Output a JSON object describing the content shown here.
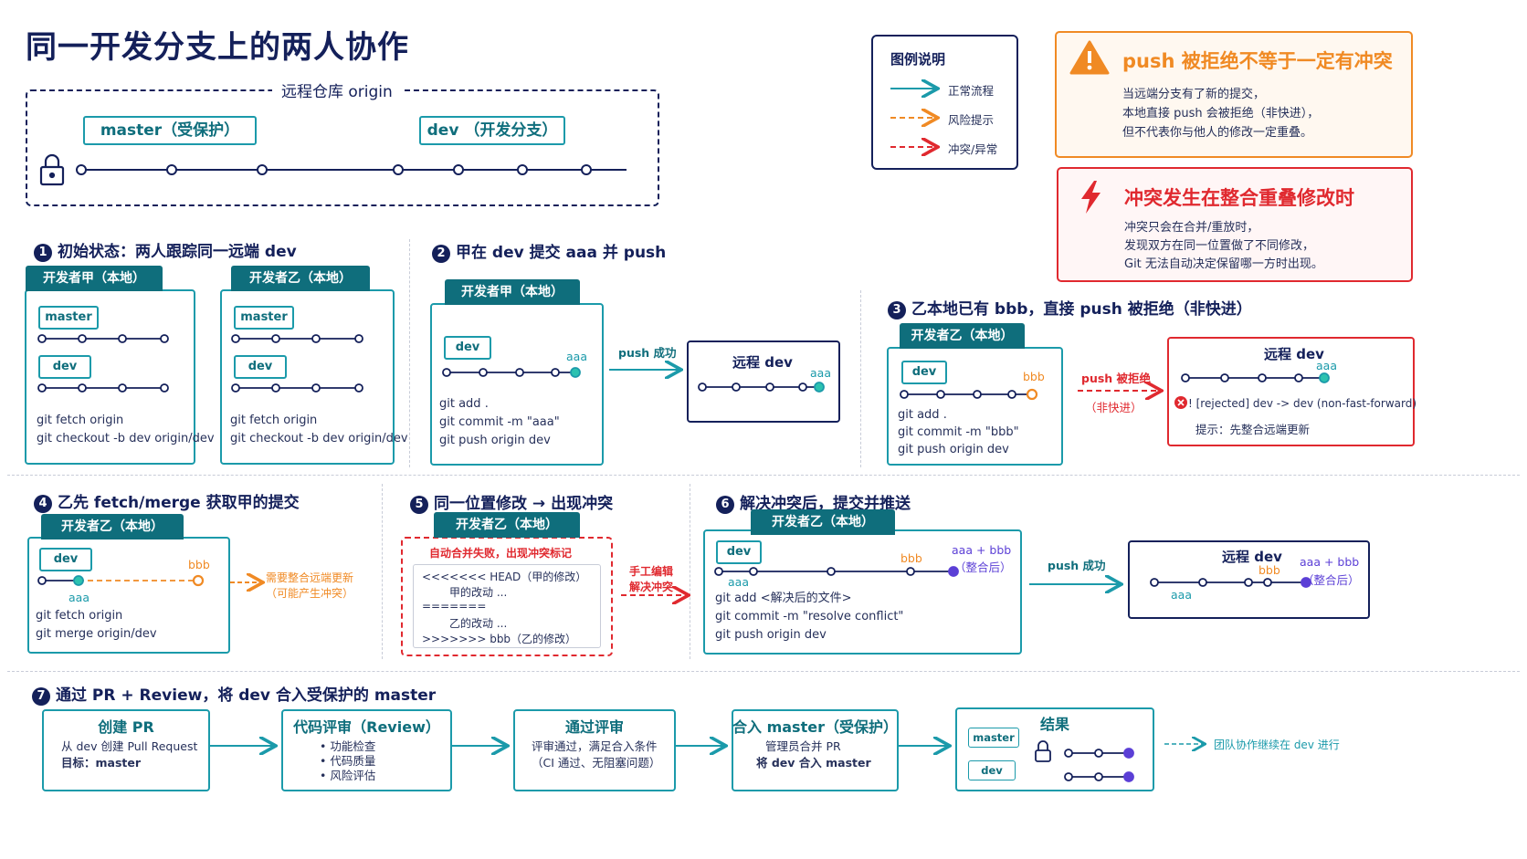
{
  "title": "同一开发分支上的两人协作",
  "origin": {
    "label": "远程仓库 origin",
    "master_chip": "master（受保护）",
    "dev_chip": "dev （开发分支）"
  },
  "legend": {
    "title": "图例说明",
    "items": [
      "正常流程",
      "风险提示",
      "冲突/异常"
    ]
  },
  "warn1": {
    "title": "push 被拒绝不等于一定有冲突",
    "lines": [
      "当远端分支有了新的提交，",
      "本地直接 push 会被拒绝（非快进），",
      "但不代表你与他人的修改一定重叠。"
    ]
  },
  "warn2": {
    "title": "冲突发生在整合重叠修改时",
    "lines": [
      "冲突只会在合并/重放时，",
      "发现双方在同一位置做了不同修改，",
      "Git 无法自动决定保留哪一方时出现。"
    ]
  },
  "s1": {
    "num": "1",
    "title": "初始状态：两人跟踪同一远端 dev",
    "a_tab": "开发者甲（本地）",
    "b_tab": "开发者乙（本地）",
    "master": "master",
    "dev": "dev",
    "cmd1": "git fetch origin",
    "cmd2": "git checkout -b dev origin/dev"
  },
  "s2": {
    "num": "2",
    "title": "甲在 dev 提交 aaa 并 push",
    "tab": "开发者甲（本地）",
    "dev": "dev",
    "aaa": "aaa",
    "cmds": [
      "git add .",
      "git commit -m \"aaa\"",
      "git push origin dev"
    ],
    "arrow": "push 成功",
    "remote": "远程 dev",
    "remote_aaa": "aaa"
  },
  "s3": {
    "num": "3",
    "title": "乙本地已有 bbb，直接 push 被拒绝（非快进）",
    "tab": "开发者乙（本地）",
    "dev": "dev",
    "bbb": "bbb",
    "cmds": [
      "git add .",
      "git commit -m \"bbb\"",
      "git push origin dev"
    ],
    "arrow1": "push 被拒绝",
    "arrow2": "（非快进）",
    "remote": "远程 dev",
    "remote_aaa": "aaa",
    "rejected": "! [rejected]     dev -> dev (non-fast-forward)",
    "hint": "提示：先整合远端更新"
  },
  "s4": {
    "num": "4",
    "title": "乙先 fetch/merge 获取甲的提交",
    "tab": "开发者乙（本地）",
    "dev": "dev",
    "bbb": "bbb",
    "aaa": "aaa",
    "cmds": [
      "git fetch origin",
      "git merge origin/dev"
    ],
    "note1": "需要整合远端更新",
    "note2": "（可能产生冲突）"
  },
  "s5": {
    "num": "5",
    "title": "同一位置修改 → 出现冲突",
    "tab": "开发者乙（本地）",
    "fail": "自动合并失败，出现冲突标记",
    "lines": [
      "<<<<<<<  HEAD（甲的修改）",
      "甲的改动  ...",
      "=======",
      "乙的改动  ...",
      ">>>>>>>  bbb（乙的修改）"
    ],
    "arrow1": "手工编辑",
    "arrow2": "解决冲突"
  },
  "s6": {
    "num": "6",
    "title": "解决冲突后，提交并推送",
    "tab": "开发者乙（本地）",
    "dev": "dev",
    "bbb": "bbb",
    "aaa": "aaa",
    "merged": "aaa + bbb",
    "merged2": "（整合后）",
    "cmds": [
      "git add <解决后的文件>",
      "git commit -m \"resolve conflict\"",
      "git push origin dev"
    ],
    "arrow": "push 成功",
    "remote": "远程 dev",
    "r_aaa": "aaa",
    "r_bbb": "bbb",
    "r_merged": "aaa + bbb",
    "r_merged2": "（整合后）"
  },
  "s7": {
    "num": "7",
    "title": "通过 PR + Review，将 dev 合入受保护的 master",
    "boxes": [
      {
        "title": "创建 PR",
        "lines": [
          "从 dev 创建 Pull Request",
          "目标：master"
        ]
      },
      {
        "title": "代码评审（Review）",
        "lines": [
          "•  功能检查",
          "•  代码质量",
          "•  风险评估"
        ]
      },
      {
        "title": "通过评审",
        "lines": [
          "评审通过，满足合入条件",
          "（CI 通过、无阻塞问题）"
        ]
      },
      {
        "title": "合入 master（受保护）",
        "lines": [
          "管理员合并 PR",
          "将 dev 合入 master"
        ]
      }
    ],
    "result": "结果",
    "master": "master",
    "dev": "dev",
    "continue": "团队协作继续在 dev 进行"
  },
  "colors": {
    "navy": "#14205a",
    "teal": "#1b9aaa",
    "orange": "#f08a24",
    "red": "#e0292f",
    "purple": "#5b3fd6"
  }
}
